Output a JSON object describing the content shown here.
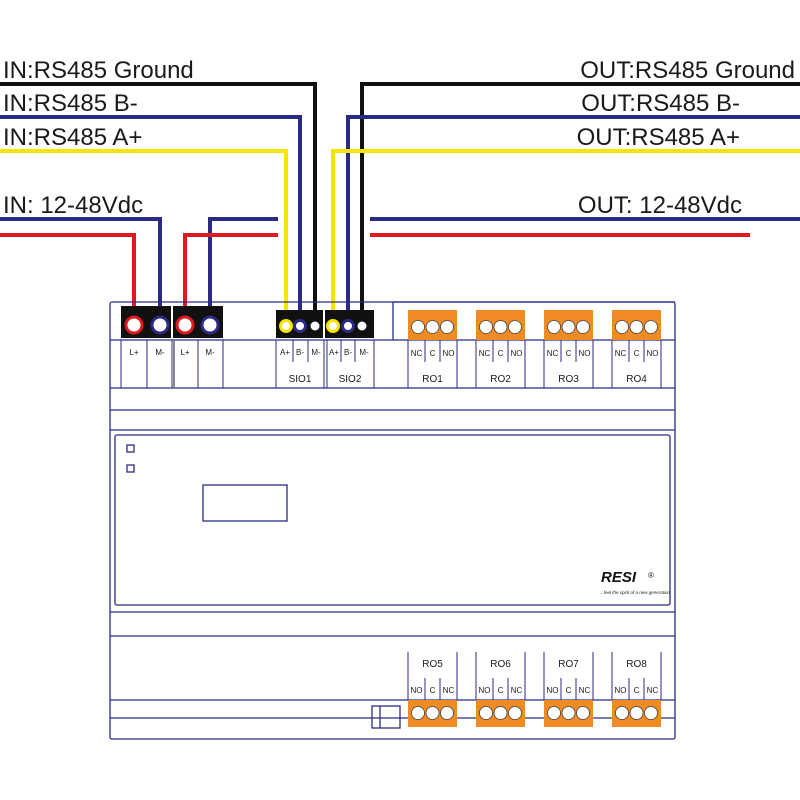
{
  "wire_labels": {
    "in_ground": "IN:RS485 Ground",
    "in_b": "IN:RS485 B-",
    "in_a": "IN:RS485 A+",
    "in_power": "IN: 12-48Vdc",
    "out_ground": "OUT:RS485 Ground",
    "out_b": "OUT:RS485 B-",
    "out_a": "OUT:RS485 A+",
    "out_power": "OUT: 12-48Vdc"
  },
  "power_terminals": [
    "L+",
    "M-",
    "L+",
    "M-"
  ],
  "sio_pins": [
    "A+",
    "B-",
    "M-",
    "A+",
    "B-",
    "M-"
  ],
  "sio_labels": [
    "SIO1",
    "SIO2"
  ],
  "top_relays": [
    {
      "label": "RO1",
      "pins": [
        "NC",
        "C",
        "NO"
      ]
    },
    {
      "label": "RO2",
      "pins": [
        "NC",
        "C",
        "NO"
      ]
    },
    {
      "label": "RO3",
      "pins": [
        "NC",
        "C",
        "NO"
      ]
    },
    {
      "label": "RO4",
      "pins": [
        "NC",
        "C",
        "NO"
      ]
    }
  ],
  "bottom_relays": [
    {
      "label": "RO5",
      "pins": [
        "NO",
        "C",
        "NC"
      ]
    },
    {
      "label": "RO6",
      "pins": [
        "NO",
        "C",
        "NC"
      ]
    },
    {
      "label": "RO7",
      "pins": [
        "NO",
        "C",
        "NC"
      ]
    },
    {
      "label": "RO8",
      "pins": [
        "NO",
        "C",
        "NC"
      ]
    }
  ],
  "brand": {
    "logo": "RESI",
    "registered": "®",
    "tagline": "...feel the spirit of a new generation"
  },
  "colors": {
    "ground_wire": "#111111",
    "b_wire": "#2b2b86",
    "a_wire": "#f5e400",
    "positive_wire": "#e0191e",
    "housing_outline": "#2b2b86",
    "relay_terminal": "#f08a24",
    "screw_terminal": "#111111"
  }
}
